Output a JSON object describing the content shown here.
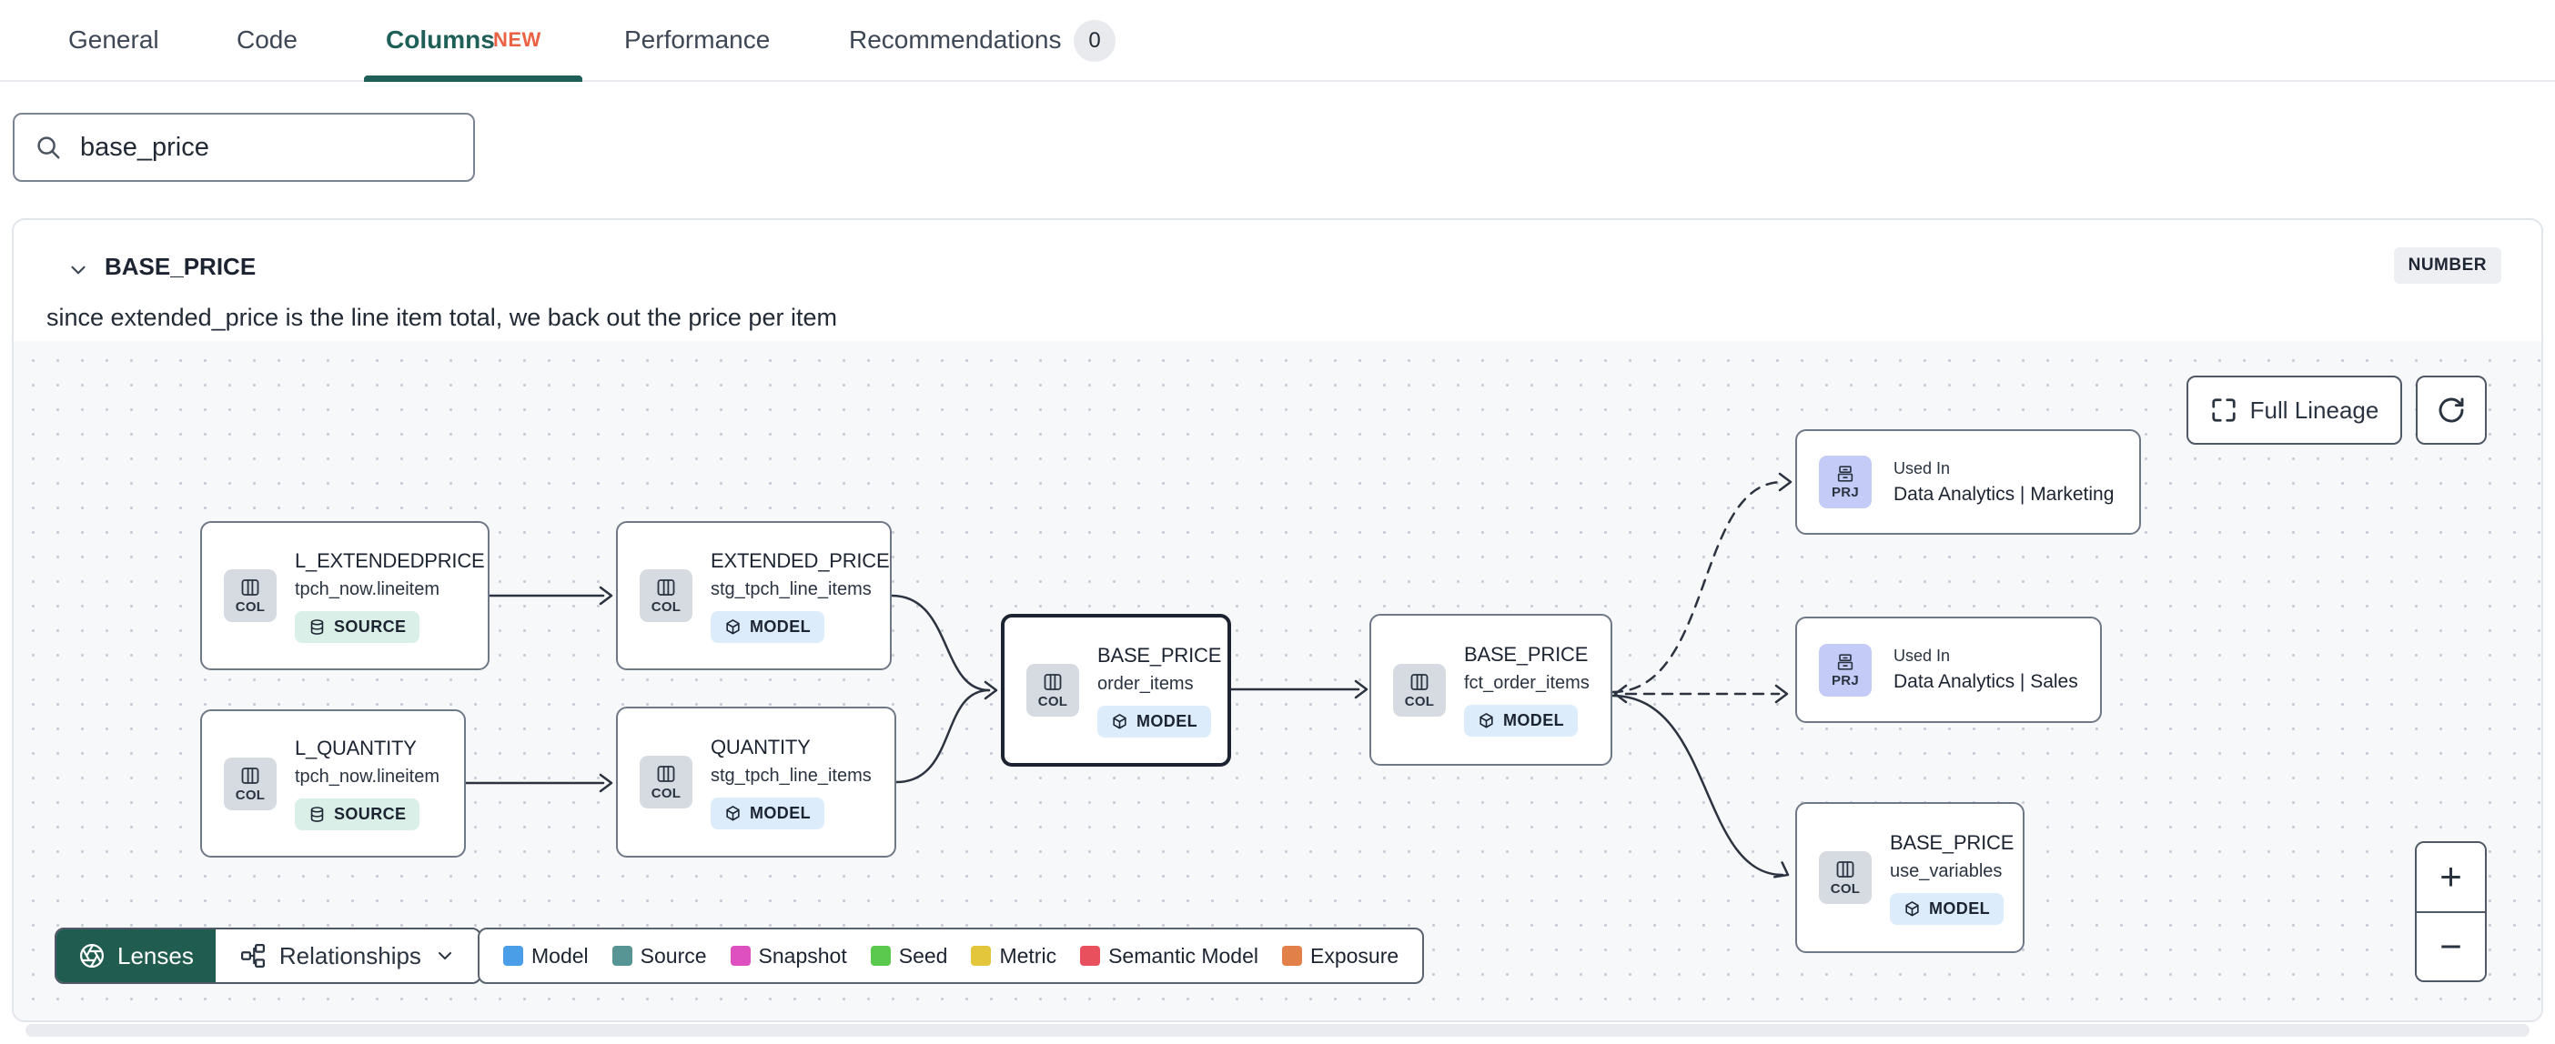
{
  "tabs": {
    "items": [
      {
        "label": "General"
      },
      {
        "label": "Code"
      },
      {
        "label": "Columns",
        "badge": "NEW",
        "active": true
      },
      {
        "label": "Performance"
      },
      {
        "label": "Recommendations",
        "count": "0"
      }
    ]
  },
  "search": {
    "value": "base_price"
  },
  "column_panel": {
    "name": "BASE_PRICE",
    "type_badge": "NUMBER",
    "description": "since extended_price is the line item total, we back out the price per item"
  },
  "lineage": {
    "nodes": [
      {
        "title": "L_EXTENDEDPRICE",
        "subtitle": "tpch_now.lineitem",
        "kind": "COL",
        "badge": "SOURCE"
      },
      {
        "title": "EXTENDED_PRICE",
        "subtitle": "stg_tpch_line_items",
        "kind": "COL",
        "badge": "MODEL"
      },
      {
        "title": "L_QUANTITY",
        "subtitle": "tpch_now.lineitem",
        "kind": "COL",
        "badge": "SOURCE"
      },
      {
        "title": "QUANTITY",
        "subtitle": "stg_tpch_line_items",
        "kind": "COL",
        "badge": "MODEL"
      },
      {
        "title": "BASE_PRICE",
        "subtitle": "order_items",
        "kind": "COL",
        "badge": "MODEL",
        "selected": true
      },
      {
        "title": "BASE_PRICE",
        "subtitle": "fct_order_items",
        "kind": "COL",
        "badge": "MODEL"
      },
      {
        "label": "Used In",
        "title": "Data Analytics | Marketing",
        "kind": "PRJ"
      },
      {
        "label": "Used In",
        "title": "Data Analytics | Sales",
        "kind": "PRJ"
      },
      {
        "title": "BASE_PRICE",
        "subtitle": "use_variables",
        "kind": "COL",
        "badge": "MODEL"
      }
    ],
    "controls": {
      "full_lineage_label": "Full Lineage",
      "zoom_in": "+",
      "zoom_out": "−"
    },
    "lenses_label": "Lenses",
    "relationships_label": "Relationships",
    "legend": {
      "items": [
        {
          "label": "Model",
          "color": "#4a9ee8"
        },
        {
          "label": "Source",
          "color": "#569593"
        },
        {
          "label": "Snapshot",
          "color": "#de4fc0"
        },
        {
          "label": "Seed",
          "color": "#5bc94d"
        },
        {
          "label": "Metric",
          "color": "#e3c63c"
        },
        {
          "label": "Semantic Model",
          "color": "#e8505e"
        },
        {
          "label": "Exposure",
          "color": "#e2804a"
        }
      ]
    }
  },
  "colors": {
    "active_tab": "#1e5f58",
    "new_badge": "#eb6143",
    "lenses_bg": "#215c50",
    "source_badge_bg": "#d9efe8",
    "model_badge_bg": "#ddecfb",
    "edge": "#2b3340"
  }
}
